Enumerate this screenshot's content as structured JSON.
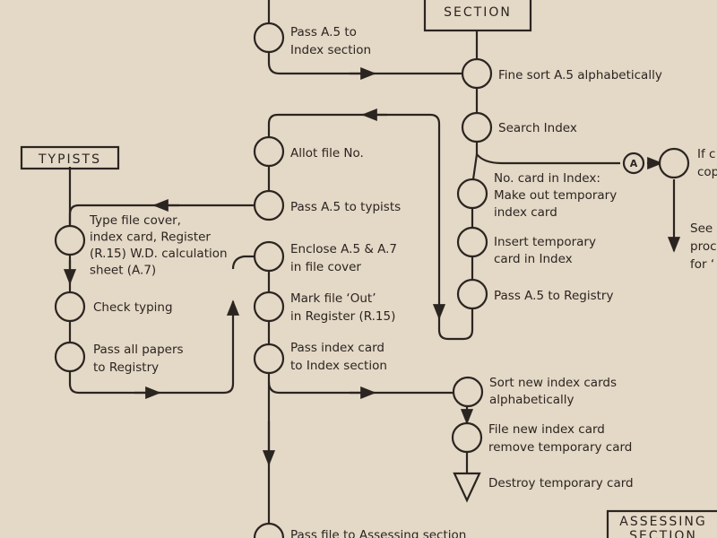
{
  "boxes": {
    "section": "SECTION",
    "typists": "TYPISTS",
    "assessing": [
      "ASSESSING",
      "SECTION"
    ]
  },
  "connector": "A",
  "nodes": {
    "pass_a5_index": [
      "Pass A.5 to",
      "Index section"
    ],
    "fine_sort": [
      "Fine sort A.5 alphabetically"
    ],
    "search_index": [
      "Search Index"
    ],
    "allot_file": [
      "Allot file No."
    ],
    "pass_typists": [
      "Pass A.5 to typists"
    ],
    "no_card": [
      "No. card in Index:",
      "Make out temporary",
      "index card"
    ],
    "insert_temp": [
      "Insert temporary",
      "card in Index"
    ],
    "pass_registry": [
      "Pass A.5 to Registry"
    ],
    "type_cover": [
      "Type file cover,",
      "index card, Register",
      "(R.15) W.D. calculation",
      "sheet (A.7)"
    ],
    "enclose": [
      "Enclose A.5 & A.7",
      "in file cover"
    ],
    "mark_out": [
      "Mark file ‘Out’",
      "in Register (R.15)"
    ],
    "check_typing": [
      "Check typing"
    ],
    "pass_papers": [
      "Pass all papers",
      "to Registry"
    ],
    "pass_card": [
      "Pass index card",
      "to Index section"
    ],
    "sort_new": [
      "Sort new index cards",
      "alphabetically"
    ],
    "file_new": [
      "File new index card",
      "remove temporary card"
    ],
    "destroy": [
      "Destroy temporary card"
    ],
    "pass_file": [
      "Pass file to Assessing section"
    ],
    "right_if": [
      "If c",
      "cop"
    ],
    "right_see": [
      "See",
      "proc",
      "for ‘"
    ]
  }
}
